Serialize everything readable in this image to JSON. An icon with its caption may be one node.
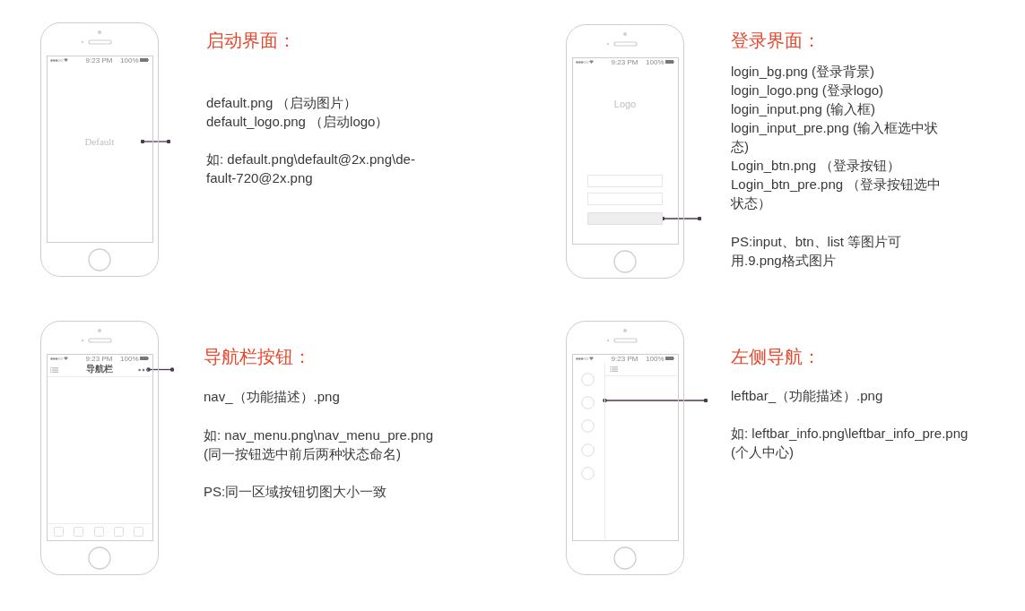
{
  "diagram": {
    "nodes": [
      {
        "text": [
          "9:23 PM",
          "100%"
        ]
      },
      {
        "text": [
          "Default"
        ],
        "in": 0
      },
      {
        "text": [
          "启动界面：",
          "default.png （启动图片）",
          "default_logo.png （启动logo）",
          "如: default.png\\default@2x.png\\de-fault-720@2x.png"
        ]
      },
      {
        "text": [
          "9:23 PM",
          "100%",
          "Logo"
        ]
      },
      {
        "text": [],
        "shape": "box",
        "in": 3
      },
      {
        "text": [
          "登录界面：",
          "login_bg.png (登录背景)",
          "login_logo.png (登录logo)",
          "login_input.png (输入框)",
          "login_input_pre.png (输入框选中状态)",
          "Login_btn.png （登录按钮）",
          "Login_btn_pre.png （登录按钮选中状态）",
          "PS:input、btn、list 等图片可用.9.png格式图片"
        ]
      },
      {
        "text": [
          "9:23 PM",
          "100%"
        ]
      },
      {
        "text": [
          "导航栏"
        ],
        "in": 6
      },
      {
        "text": [],
        "shape": "dots",
        "in": 7
      },
      {
        "text": [
          "导航栏按钮：",
          "nav_（功能描述）.png",
          "如: nav_menu.png\\nav_menu_pre.png",
          "(同一按钮选中前后两种状态命名)",
          "PS:同一区域按钮切图大小一致"
        ]
      },
      {
        "text": [
          "9:23 PM",
          "100%"
        ]
      },
      {
        "text": [],
        "shape": "bar",
        "in": 10
      },
      {
        "text": [
          "左侧导航：",
          "leftbar_（功能描述）.png",
          "如: leftbar_info.png\\leftbar_info_pre.png",
          "(个人中心)"
        ]
      }
    ],
    "edges": [
      {
        "from": 2,
        "to": 1,
        "arrow": "other"
      },
      {
        "from": 5,
        "to": 4,
        "arrow": "other"
      },
      {
        "from": 9,
        "to": 8,
        "arrow": "other"
      },
      {
        "from": 12,
        "to": 11,
        "arrow": "other"
      }
    ]
  }
}
